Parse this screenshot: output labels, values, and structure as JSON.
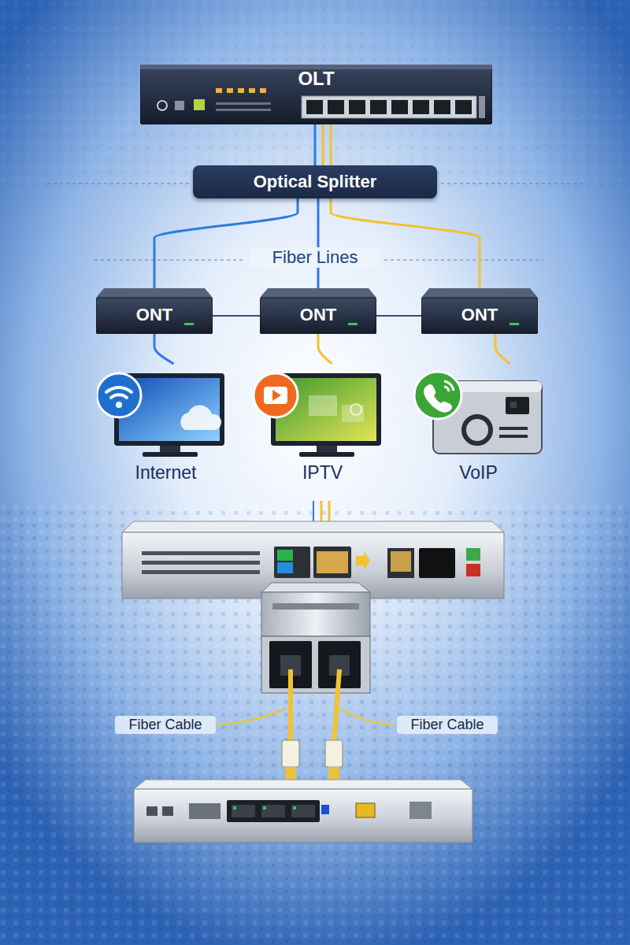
{
  "diagram": {
    "nodes": [
      {
        "text": [
          "OLT"
        ]
      },
      {
        "text": [
          "Optical Splitter"
        ]
      },
      {
        "text": [
          "ONT"
        ]
      },
      {
        "text": [
          "ONT"
        ]
      },
      {
        "text": [
          "ONT"
        ]
      },
      {
        "text": [
          "Internet"
        ]
      },
      {
        "text": [
          "IPTV"
        ]
      },
      {
        "text": [
          "VoIP"
        ]
      }
    ],
    "edges": [
      {
        "from": 0,
        "to": 1,
        "arrow": "none"
      },
      {
        "from": 1,
        "to": 2,
        "arrow": "none"
      },
      {
        "from": 1,
        "to": 3,
        "arrow": "none"
      },
      {
        "from": 1,
        "to": 4,
        "arrow": "none"
      },
      {
        "from": 2,
        "to": 3,
        "arrow": "none"
      },
      {
        "from": 3,
        "to": 4,
        "arrow": "none"
      },
      {
        "from": 2,
        "to": 5,
        "arrow": "none"
      },
      {
        "from": 3,
        "to": 6,
        "arrow": "none"
      },
      {
        "from": 4,
        "to": 7,
        "arrow": "none"
      }
    ],
    "labels": [
      "Fiber Lines",
      "Fiber Cable",
      "Fiber Cable"
    ]
  }
}
